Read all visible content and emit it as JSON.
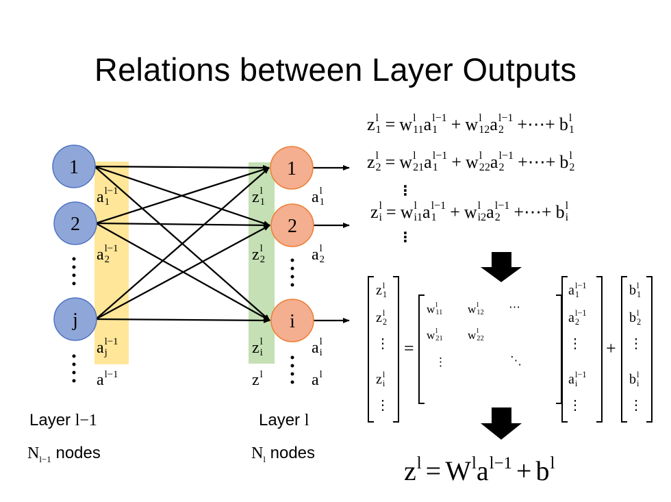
{
  "title": "Relations between Layer Outputs",
  "colors": {
    "left_node_fill": "#8fa6d8",
    "left_node_stroke": "#4f72c4",
    "right_node_fill": "#f4ae90",
    "right_node_stroke": "#ed7d31",
    "left_band": "#ffe699",
    "right_band": "#c5e0b4"
  },
  "network": {
    "left_nodes": [
      "1",
      "2",
      "j"
    ],
    "right_nodes": [
      "1",
      "2",
      "i"
    ],
    "left_labels": [
      {
        "b": "a",
        "sup": "l−1",
        "sub": "1"
      },
      {
        "b": "a",
        "sup": "l−1",
        "sub": "2"
      },
      {
        "b": "a",
        "sup": "l−1",
        "sub": "j"
      },
      {
        "b": "a",
        "sup": "l−1",
        "sub": ""
      }
    ],
    "z_labels": [
      {
        "b": "z",
        "sup": "l",
        "sub": "1"
      },
      {
        "b": "z",
        "sup": "l",
        "sub": "2"
      },
      {
        "b": "z",
        "sup": "l",
        "sub": "i"
      },
      {
        "b": "z",
        "sup": "l",
        "sub": ""
      }
    ],
    "out_labels": [
      {
        "b": "a",
        "sup": "l",
        "sub": "1"
      },
      {
        "b": "a",
        "sup": "l",
        "sub": "2"
      },
      {
        "b": "a",
        "sup": "l",
        "sub": "i"
      },
      {
        "b": "a",
        "sup": "l",
        "sub": ""
      }
    ]
  },
  "layers": {
    "left": {
      "word": "Layer",
      "index": "l−1",
      "n": "N",
      "n_sub": "l−1",
      "nodes": "nodes"
    },
    "right": {
      "word": "Layer",
      "index": "l",
      "n": "N",
      "n_sub": "l",
      "nodes": "nodes"
    }
  },
  "equations": [
    [
      {
        "b": "z",
        "sup": "l",
        "sub": "1"
      },
      {
        "op": "="
      },
      {
        "b": "w",
        "sup": "l",
        "sub": "11"
      },
      {
        "b": "a",
        "sup": "l−1",
        "sub": "1"
      },
      {
        "op": "+"
      },
      {
        "b": "w",
        "sup": "l",
        "sub": "12"
      },
      {
        "b": "a",
        "sup": "l−1",
        "sub": "2"
      },
      {
        "op": "+⋯+"
      },
      {
        "b": "b",
        "sup": "l",
        "sub": "1"
      }
    ],
    [
      {
        "b": "z",
        "sup": "l",
        "sub": "2"
      },
      {
        "op": "="
      },
      {
        "b": "w",
        "sup": "l",
        "sub": "21"
      },
      {
        "b": "a",
        "sup": "l−1",
        "sub": "1"
      },
      {
        "op": "+"
      },
      {
        "b": "w",
        "sup": "l",
        "sub": "22"
      },
      {
        "b": "a",
        "sup": "l−1",
        "sub": "2"
      },
      {
        "op": "+⋯+"
      },
      {
        "b": "b",
        "sup": "l",
        "sub": "2"
      }
    ],
    [
      {
        "b": "z",
        "sup": "l",
        "sub": "i"
      },
      {
        "op": "="
      },
      {
        "b": "w",
        "sup": "l",
        "sub": "i1"
      },
      {
        "b": "a",
        "sup": "l−1",
        "sub": "1"
      },
      {
        "op": "+"
      },
      {
        "b": "w",
        "sup": "l",
        "sub": "i2"
      },
      {
        "b": "a",
        "sup": "l−1",
        "sub": "2"
      },
      {
        "op": "+⋯+"
      },
      {
        "b": "b",
        "sup": "l",
        "sub": "i"
      }
    ]
  ],
  "vdots": "⋮",
  "matrix": {
    "z": [
      {
        "b": "z",
        "sup": "l",
        "sub": "1"
      },
      {
        "b": "z",
        "sup": "l",
        "sub": "2"
      },
      {
        "b": "⋮"
      },
      {
        "b": "z",
        "sup": "l",
        "sub": "i"
      },
      {
        "b": "⋮"
      }
    ],
    "equals": "=",
    "W": [
      {
        "b": "w",
        "sup": "l",
        "sub": "11"
      },
      {
        "b": "w",
        "sup": "l",
        "sub": "12"
      },
      {
        "b": "⋯"
      },
      {
        "b": "w",
        "sup": "l",
        "sub": "21"
      },
      {
        "b": "w",
        "sup": "l",
        "sub": "22"
      },
      {
        "b": "⋮"
      },
      {
        "b": "⋱"
      }
    ],
    "a": [
      {
        "b": "a",
        "sup": "l−1",
        "sub": "1"
      },
      {
        "b": "a",
        "sup": "l−1",
        "sub": "2"
      },
      {
        "b": "⋮"
      },
      {
        "b": "a",
        "sup": "l−1",
        "sub": "i"
      },
      {
        "b": "⋮"
      }
    ],
    "plus": "+",
    "bvec": [
      {
        "b": "b",
        "sup": "l",
        "sub": "1"
      },
      {
        "b": "b",
        "sup": "l",
        "sub": "2"
      },
      {
        "b": "⋮"
      },
      {
        "b": "b",
        "sup": "l",
        "sub": "i"
      },
      {
        "b": "⋮"
      }
    ]
  },
  "final": [
    {
      "b": "z",
      "sup": "l",
      "sub": ""
    },
    {
      "op": "="
    },
    {
      "b": "W",
      "sup": "l",
      "sub": ""
    },
    {
      "b": "a",
      "sup": "l−1",
      "sub": ""
    },
    {
      "op": "+"
    },
    {
      "b": "b",
      "sup": "l",
      "sub": ""
    }
  ]
}
